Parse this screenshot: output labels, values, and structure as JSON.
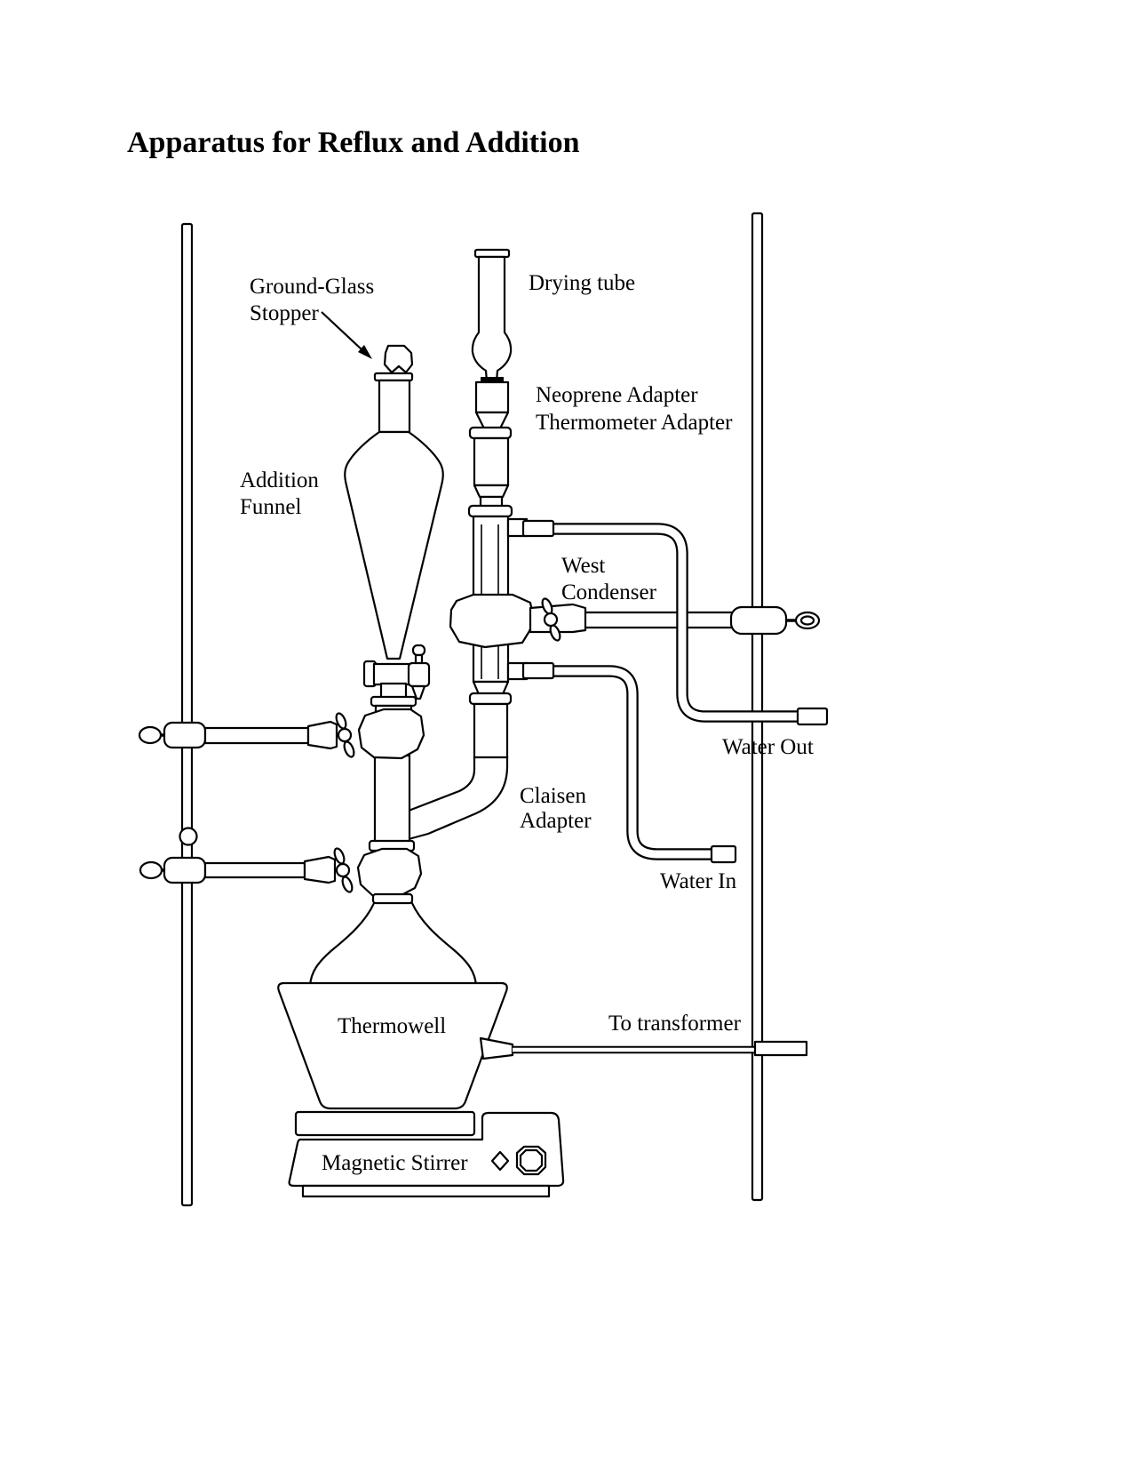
{
  "title": "Apparatus for Reflux and Addition",
  "labels": {
    "ground_glass_stopper": {
      "line1": "Ground-Glass",
      "line2": "Stopper"
    },
    "drying_tube": "Drying tube",
    "neoprene_adapter": {
      "line1": "Neoprene Adapter",
      "line2": "Thermometer Adapter"
    },
    "addition_funnel": {
      "line1": "Addition",
      "line2": "Funnel"
    },
    "west_condenser": {
      "line1": "West",
      "line2": "Condenser"
    },
    "water_out": "Water Out",
    "claisen_adapter": {
      "line1": "Claisen",
      "line2": "Adapter"
    },
    "water_in": "Water In",
    "thermowell": "Thermowell",
    "to_transformer": "To transformer",
    "magnetic_stirrer": "Magnetic Stirrer"
  },
  "colors": {
    "line": "#000000",
    "background": "#ffffff"
  }
}
